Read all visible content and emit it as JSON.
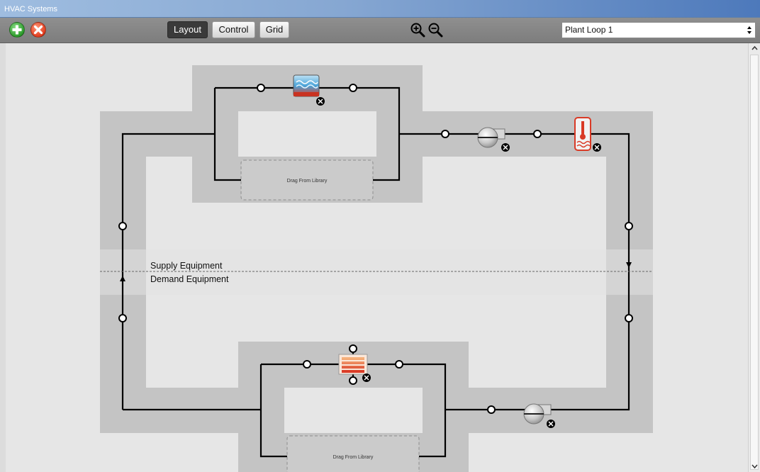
{
  "window": {
    "title": "HVAC Systems"
  },
  "toolbar": {
    "add_icon": "add-icon",
    "remove_icon": "remove-icon",
    "tabs": [
      {
        "label": "Layout",
        "active": true
      },
      {
        "label": "Control",
        "active": false
      },
      {
        "label": "Grid",
        "active": false
      }
    ],
    "zoom_in_icon": "zoom-in-icon",
    "zoom_out_icon": "zoom-out-icon",
    "loop_select": {
      "value": "Plant Loop 1"
    }
  },
  "diagram": {
    "supply_label": "Supply Equipment",
    "demand_label": "Demand Equipment",
    "drop_zone_label": "Drag From Library",
    "components": [
      {
        "name": "boiler",
        "icon": "boiler-icon"
      },
      {
        "name": "pump",
        "icon": "pump-icon"
      },
      {
        "name": "setpoint-manager",
        "icon": "thermometer-icon"
      },
      {
        "name": "heating-coil",
        "icon": "heating-coil-icon"
      },
      {
        "name": "pump",
        "icon": "pump-icon"
      }
    ],
    "colors": {
      "path": "#c4c4c4",
      "line": "#000000",
      "background": "#e6e6e6",
      "accent_red": "#d93a26",
      "water_blue": "#4aa3d8"
    }
  }
}
